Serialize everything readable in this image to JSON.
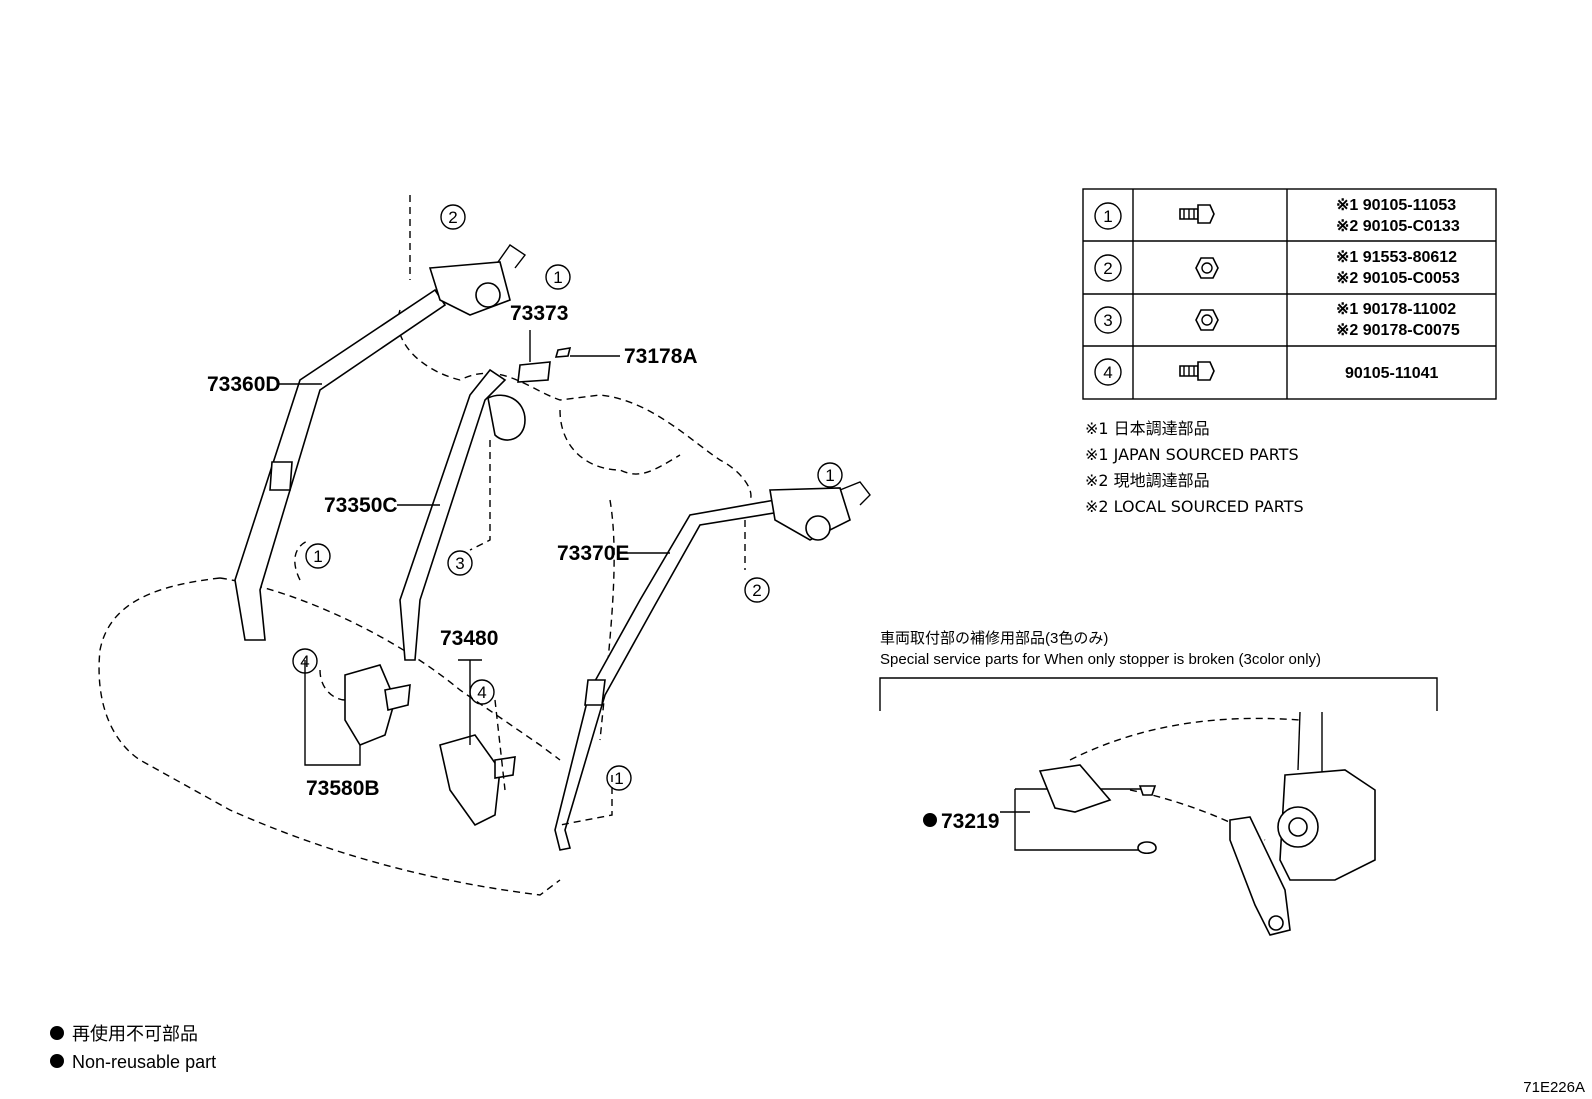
{
  "callouts": {
    "belt_left": "73360D",
    "belt_center": "73350C",
    "belt_right": "73370E",
    "cover_small": "73178A",
    "cover": "73373",
    "buckle_center": "73480",
    "buckle_left": "73580B",
    "stopper": "73219"
  },
  "circle_marks": {
    "one": "1",
    "two": "2",
    "three": "3",
    "four": "4"
  },
  "fastener_table": [
    {
      "num": "1",
      "icon": "bolt-flange-icon",
      "lines": [
        "※1 90105-11053",
        "※2 90105-C0133"
      ]
    },
    {
      "num": "2",
      "icon": "nut-hex-icon",
      "lines": [
        "※1 91553-80612",
        "※2 90105-C0053"
      ]
    },
    {
      "num": "3",
      "icon": "nut-hex-icon",
      "lines": [
        "※1 90178-11002",
        "※2 90178-C0075"
      ]
    },
    {
      "num": "4",
      "icon": "bolt-flange-icon",
      "lines": [
        "90105-11041"
      ]
    }
  ],
  "notes": [
    "※1 日本調達部品",
    "※1 JAPAN SOURCED PARTS",
    "※2 現地調達部品",
    "※2 LOCAL SOURCED PARTS"
  ],
  "special": {
    "title_jp": "車両取付部の補修用部品(3色のみ)",
    "title_en": "Special service parts for When only stopper is broken (3color only)"
  },
  "legend": {
    "jp": "再使用不可部品",
    "en": "Non-reusable part"
  },
  "reference_code": "71E226A"
}
